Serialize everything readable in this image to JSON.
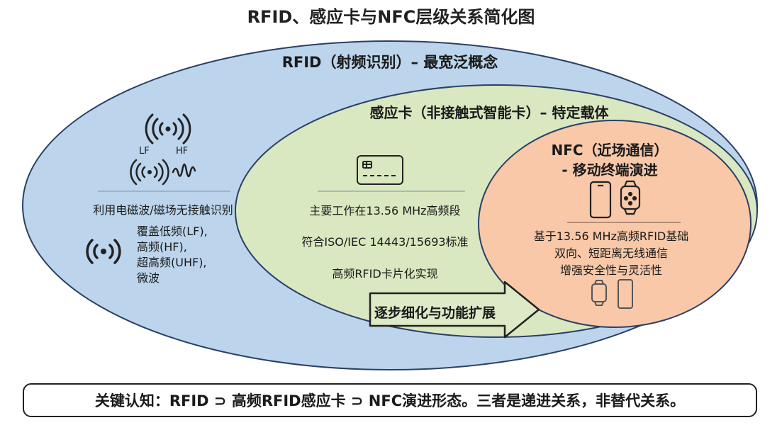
{
  "title": "RFID、感应卡与NFC层级关系简化图",
  "outer": {
    "title": "RFID（射频识别）– 最宽泛概念",
    "lf_label": "LF",
    "hf_label": "HF",
    "description": "利用电磁波/磁场无接触识别",
    "bands": [
      "覆盖低频(LF),",
      "高频(HF),",
      "超高频(UHF),",
      "微波"
    ]
  },
  "middle": {
    "title": "感应卡（非接触式智能卡）– 特定载体",
    "items": [
      "主要工作在13.56 MHz高频段",
      "符合ISO/IEC 14443/15693标准",
      "高频RFID卡片化实现"
    ]
  },
  "inner": {
    "title_line1": "NFC（近场通信）",
    "title_line2": "- 移动终端演进",
    "items": [
      "基于13.56 MHz高频RFID基础",
      "双向、短距离无线通信",
      "增强安全性与灵活性"
    ]
  },
  "arrow_label": "逐步细化与功能扩展",
  "bottom_note": "关键认知：RFID ⊃ 高频RFID感应卡 ⊃ NFC演进形态。三者是递进关系，非替代关系。",
  "colors": {
    "outer_fill": "#bcd5ec",
    "middle_fill": "#d9e8c0",
    "inner_fill": "#f8c8a8",
    "outline": "#2b3f66"
  }
}
